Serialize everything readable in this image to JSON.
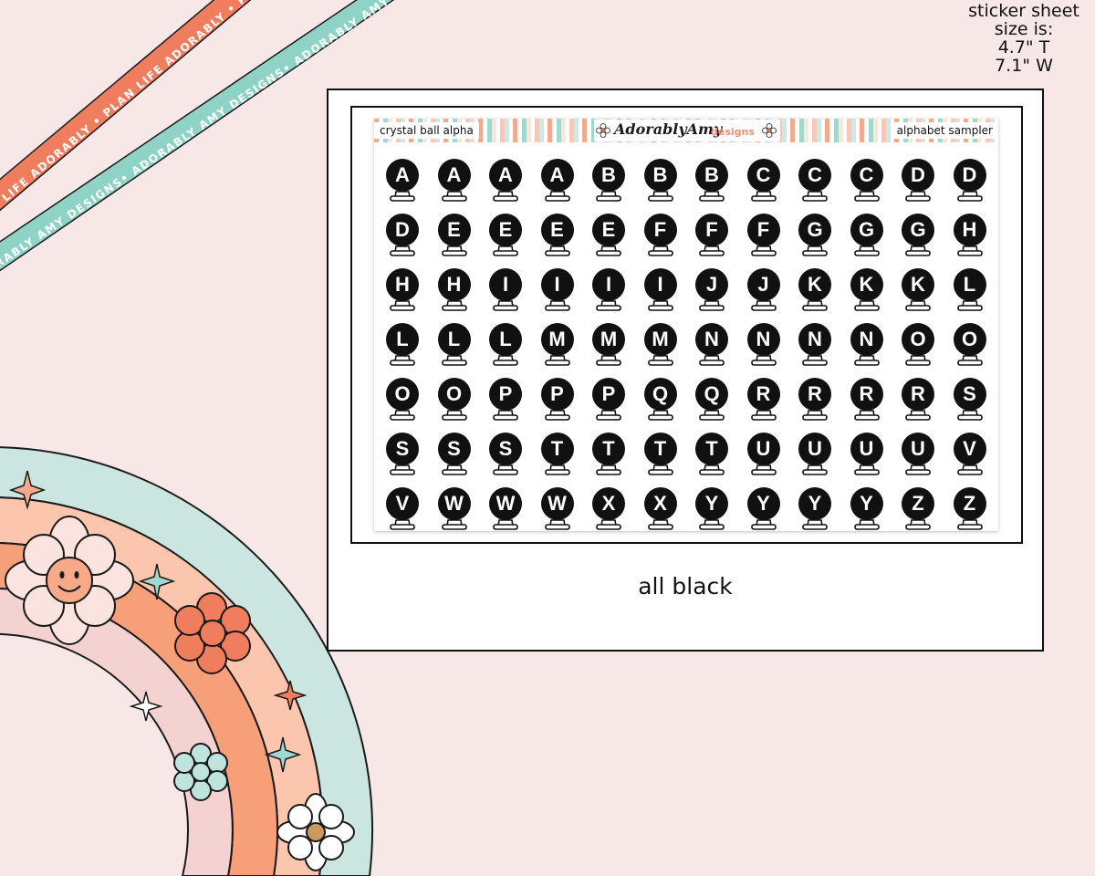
{
  "banners": {
    "orange_text": "PLAN LIFE ADORABLY • PLAN LIFE ADORABLY • PLAN LIFE ADORABLY •",
    "teal_text": "ADORABLY AMY DESIGNS• ADORABLY AMY DESIGNS• ADORABLY AMY DESIGNS•",
    "orange_color": "#f07d5e",
    "teal_color": "#8fd2c6"
  },
  "size_note": {
    "line1": "sticker sheet",
    "line2": "size is:",
    "line3": "4.7\" T",
    "line4": "7.1\" W"
  },
  "sheet": {
    "header_left": "crystal ball alpha",
    "brand_script": "AdorablyAmy",
    "brand_sub": "designs",
    "header_right": "alphabet sampler"
  },
  "letters": [
    "A",
    "A",
    "A",
    "A",
    "B",
    "B",
    "B",
    "C",
    "C",
    "C",
    "D",
    "D",
    "D",
    "E",
    "E",
    "E",
    "E",
    "F",
    "F",
    "F",
    "G",
    "G",
    "G",
    "H",
    "H",
    "H",
    "I",
    "I",
    "I",
    "I",
    "J",
    "J",
    "K",
    "K",
    "K",
    "L",
    "L",
    "L",
    "L",
    "M",
    "M",
    "M",
    "N",
    "N",
    "N",
    "N",
    "O",
    "O",
    "O",
    "O",
    "P",
    "P",
    "P",
    "Q",
    "Q",
    "R",
    "R",
    "R",
    "R",
    "S",
    "S",
    "S",
    "S",
    "T",
    "T",
    "T",
    "T",
    "U",
    "U",
    "U",
    "U",
    "V",
    "V",
    "W",
    "W",
    "W",
    "X",
    "X",
    "Y",
    "Y",
    "Y",
    "Y",
    "Z",
    "Z"
  ],
  "caption": "all black",
  "colors": {
    "background": "#f7e7e6",
    "ball": "#111111",
    "rainbow_teal": "#cbe5e0",
    "rainbow_peach": "#fbc6ad",
    "rainbow_orange": "#f79f78",
    "rainbow_pink": "#f3d2d1"
  }
}
